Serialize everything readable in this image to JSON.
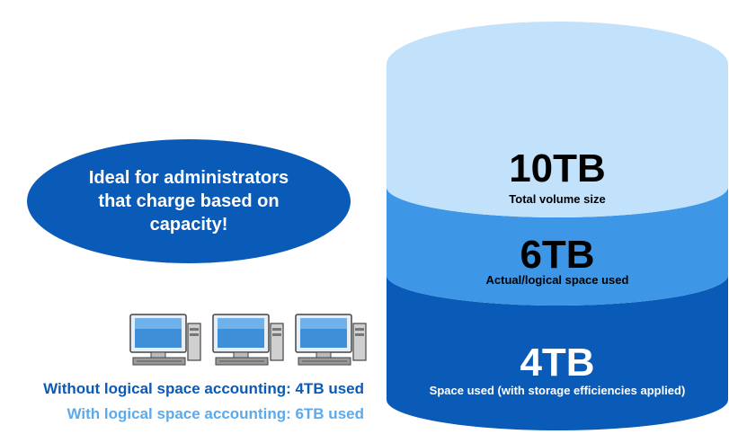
{
  "callout": {
    "text": "Ideal for administrators that charge based on capacity!"
  },
  "captions": {
    "without": "Without logical space accounting: 4TB used",
    "with": "With logical space accounting: 6TB used"
  },
  "cylinder": {
    "top": {
      "value": "10TB",
      "label": "Total volume size",
      "color": "#c2e1fb"
    },
    "middle": {
      "value": "6TB",
      "label": "Actual/logical  space used",
      "color": "#3d97e6"
    },
    "bottom": {
      "value": "4TB",
      "label": "Space used (with storage efficiencies applied)",
      "color": "#0a5bb8"
    }
  },
  "icons": [
    "desktop-computer-icon",
    "desktop-computer-icon",
    "desktop-computer-icon"
  ]
}
